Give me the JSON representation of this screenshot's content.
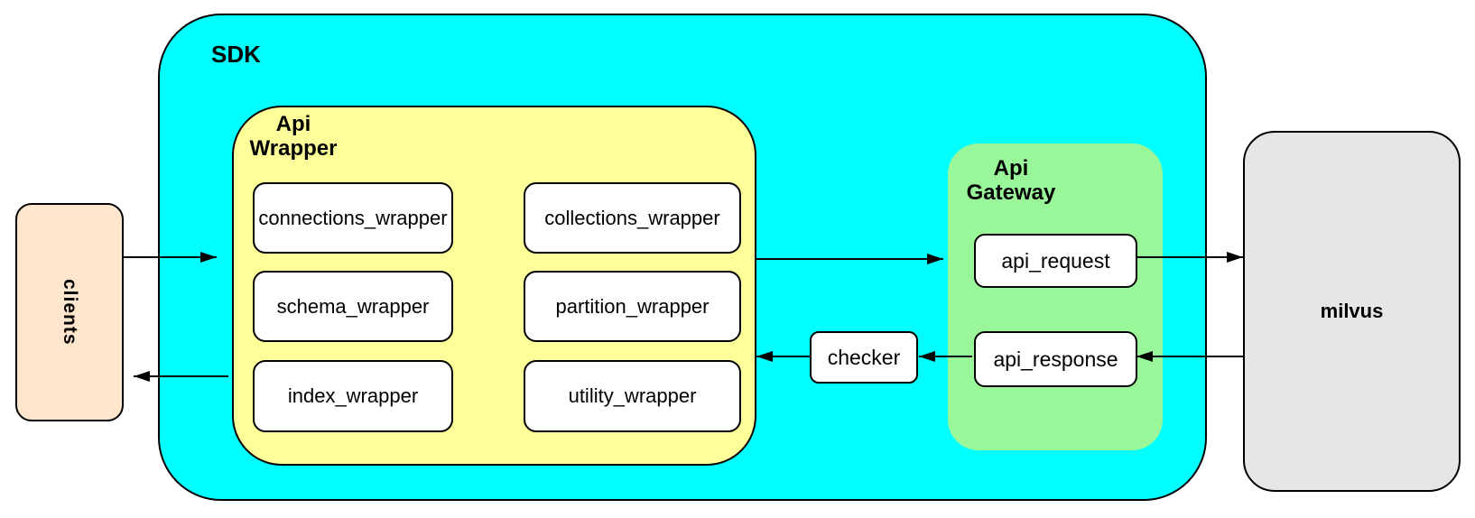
{
  "nodes": {
    "clients": "clients",
    "sdk": "SDK",
    "api_wrapper": {
      "line1": "Api",
      "line2": "Wrapper"
    },
    "modules": [
      "connections_wrapper",
      "collections_wrapper",
      "schema_wrapper",
      "partition_wrapper",
      "index_wrapper",
      "utility_wrapper"
    ],
    "checker": "checker",
    "api_gateway": {
      "line1": "Api",
      "line2": "Gateway"
    },
    "gateway_modules": [
      "api_request",
      "api_response"
    ],
    "milvus": "milvus"
  },
  "arrows": [
    {
      "from": "clients",
      "to": "api_wrapper"
    },
    {
      "from": "api_wrapper",
      "to": "api_gateway"
    },
    {
      "from": "api_request",
      "to": "milvus"
    },
    {
      "from": "milvus",
      "to": "api_response"
    },
    {
      "from": "api_response",
      "to": "checker"
    },
    {
      "from": "checker",
      "to": "api_wrapper"
    },
    {
      "from": "api_wrapper",
      "to": "clients"
    }
  ],
  "colors": {
    "cyan": "#00FFFF",
    "yellow": "#FFFF99",
    "green": "#99F799",
    "peach": "#FFE6CC",
    "gray": "#E6E6E6",
    "line": "#000000"
  }
}
